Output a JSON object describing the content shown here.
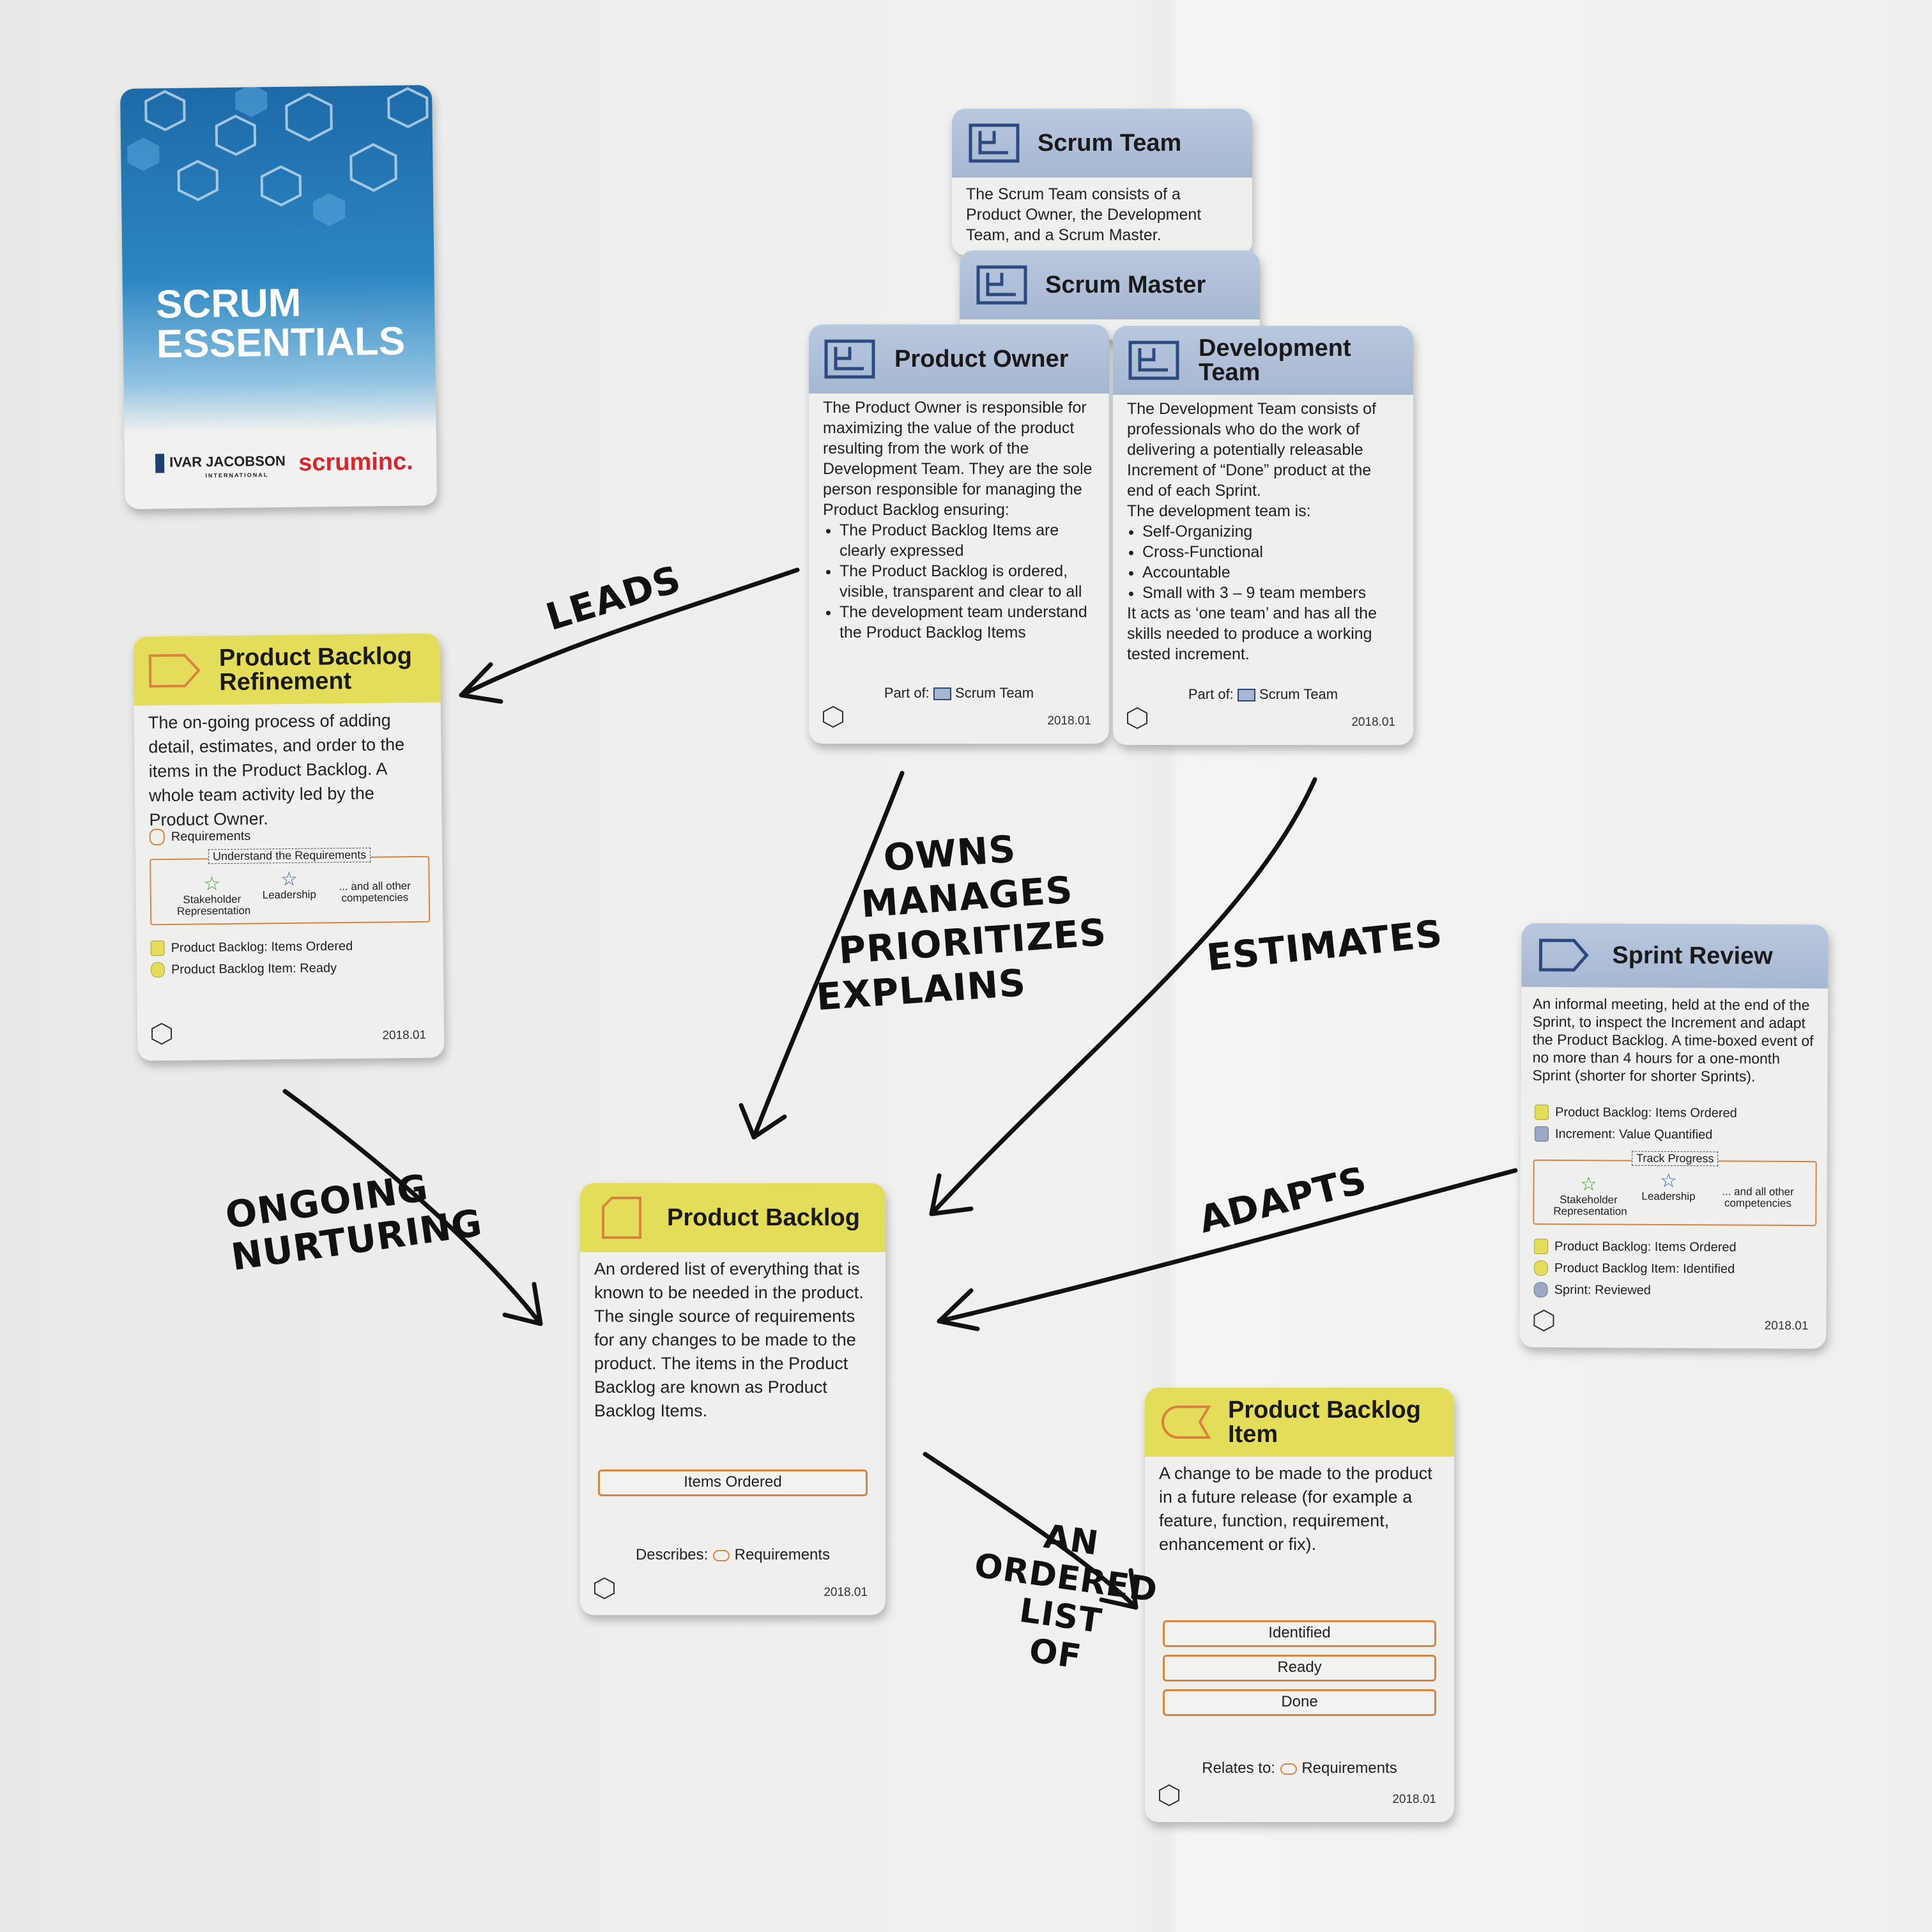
{
  "cover": {
    "title_line1": "SCRUM",
    "title_line2": "ESSENTIALS",
    "logo_left": "IVAR JACOBSON",
    "logo_left_sub": "INTERNATIONAL",
    "logo_right": "scruminc."
  },
  "scrum_team": {
    "title": "Scrum Team",
    "text": "The Scrum Team consists of a Product Owner, the Development Team, and a Scrum Master."
  },
  "scrum_master": {
    "title": "Scrum Master"
  },
  "product_owner": {
    "title": "Product Owner",
    "intro": "The Product Owner is responsible for maximizing the value of the product resulting from the work of the Development Team. They are the sole person responsible for managing the Product Backlog ensuring:",
    "bullets": [
      "The Product Backlog Items are clearly expressed",
      "The Product Backlog is ordered, visible, transparent and clear to all",
      "The development team understand the Product Backlog Items"
    ],
    "part_of_label": "Part of:",
    "part_of": "Scrum Team",
    "version": "2018.01"
  },
  "development_team": {
    "title_line1": "Development",
    "title_line2": "Team",
    "intro": "The Development Team consists of professionals who do the work of delivering a potentially releasable Increment of “Done” product at the end of each Sprint.",
    "sub": "The development team is:",
    "bullets": [
      "Self-Organizing",
      "Cross-Functional",
      "Accountable",
      "Small with 3 – 9 team members"
    ],
    "outro": "It acts as ‘one team’ and has all the skills needed to produce a working tested increment.",
    "part_of_label": "Part of:",
    "part_of": "Scrum Team",
    "version": "2018.01"
  },
  "refinement": {
    "title_line1": "Product Backlog",
    "title_line2": "Refinement",
    "text": "The on-going process of adding detail, estimates, and order to the items in the Product Backlog. A whole team activity led by the Product Owner.",
    "requirements": "Requirements",
    "competency_caption": "Understand the Requirements",
    "comp1": "Stakeholder Representation",
    "comp2": "Leadership",
    "comp3": "... and all other competencies",
    "states": [
      "Product Backlog: Items Ordered",
      "Product Backlog Item: Ready"
    ],
    "version": "2018.01"
  },
  "product_backlog": {
    "title": "Product Backlog",
    "text": "An ordered list of everything that is known to be needed in the product. The single source of requirements for any changes to be made to the product. The items in the Product Backlog are known as Product Backlog Items.",
    "state": "Items Ordered",
    "describes_label": "Describes:",
    "describes": "Requirements",
    "version": "2018.01"
  },
  "sprint_review": {
    "title": "Sprint Review",
    "text": "An informal meeting, held at the end of the Sprint, to inspect the Increment and adapt the Product Backlog. A time-boxed event of no more than 4 hours for a one-month Sprint (shorter for shorter Sprints).",
    "inputs": [
      "Product Backlog: Items Ordered",
      "Increment: Value Quantified"
    ],
    "competency_caption": "Track Progress",
    "comp1": "Stakeholder Representation",
    "comp2": "Leadership",
    "comp3": "... and all other competencies",
    "outputs": [
      "Product Backlog: Items Ordered",
      "Product Backlog Item: Identified",
      "Sprint: Reviewed"
    ],
    "version": "2018.01"
  },
  "pbi": {
    "title_line1": "Product Backlog",
    "title_line2": "Item",
    "text": "A change to be made to the product in a future release (for example a feature, function, requirement, enhancement or fix).",
    "states": [
      "Identified",
      "Ready",
      "Done"
    ],
    "relates_label": "Relates to:",
    "relates": "Requirements",
    "version": "2018.01"
  },
  "annotations": {
    "leads": "LEADS",
    "owns": [
      "OWNS",
      "MANAGES",
      "PRIORITIZES",
      "EXPLAINS"
    ],
    "estimates": "ESTIMATES",
    "ongoing": [
      "ONGOING",
      "NURTURING"
    ],
    "adapts": "ADAPTS",
    "ordered": [
      "AN",
      "ORDERED",
      "LIST",
      "OF"
    ]
  }
}
